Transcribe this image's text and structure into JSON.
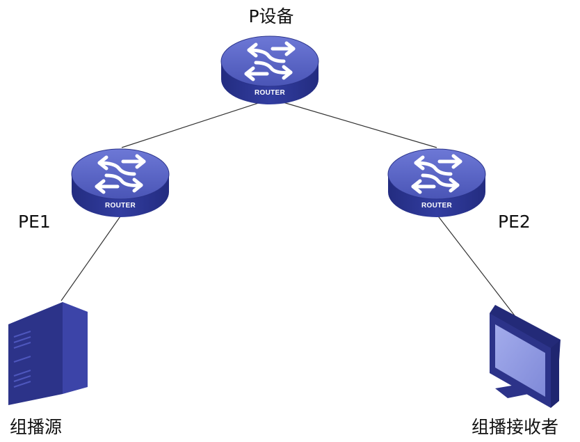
{
  "diagram": {
    "router_text": "ROUTER",
    "colors": {
      "router_top": "#5a66c8",
      "router_side": "#2b3590",
      "arrow": "#ffffff",
      "link": "#333333",
      "server_front": "#2c3389",
      "server_side": "#3c44a8",
      "server_top": "#6b74cf",
      "monitor_frame": "#2c3389",
      "monitor_screen": "#8d97e3"
    },
    "nodes": {
      "p": {
        "label": "P设备",
        "icon": "router-icon"
      },
      "pe1": {
        "label": "PE1",
        "icon": "router-icon"
      },
      "pe2": {
        "label": "PE2",
        "icon": "router-icon"
      },
      "source": {
        "label": "组播源",
        "icon": "server-icon"
      },
      "receiver": {
        "label": "组播接收者",
        "icon": "monitor-icon"
      }
    },
    "links": [
      {
        "from": "p",
        "to": "pe1"
      },
      {
        "from": "p",
        "to": "pe2"
      },
      {
        "from": "pe1",
        "to": "source"
      },
      {
        "from": "pe2",
        "to": "receiver"
      }
    ]
  }
}
